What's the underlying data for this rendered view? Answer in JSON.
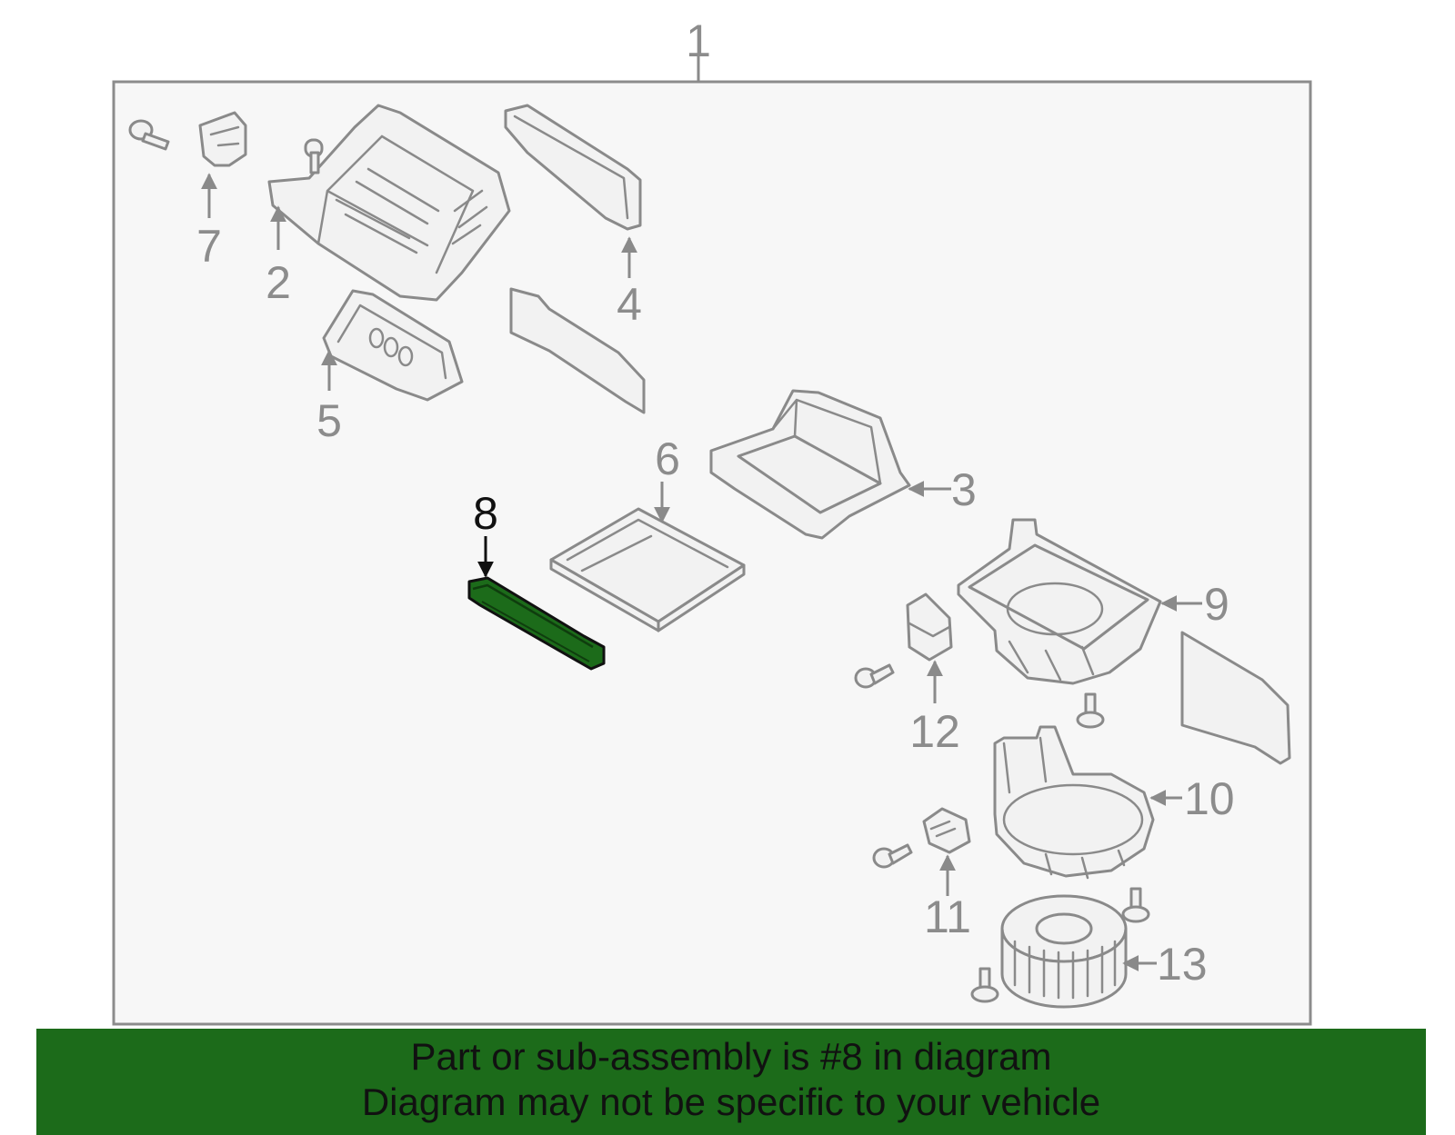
{
  "diagram": {
    "assembly_label": "1",
    "callouts": [
      "2",
      "3",
      "4",
      "5",
      "6",
      "7",
      "8",
      "9",
      "10",
      "11",
      "12",
      "13"
    ],
    "highlighted_part": "8",
    "highlight_color": "#1c6b1a",
    "frame_color": "#8c8c8c",
    "part_stroke_color": "#8a8a8a"
  },
  "banner": {
    "line1": "Part or sub-assembly is #8 in diagram",
    "line2": "Diagram may not be specific to your vehicle",
    "background": "#1c6b1a"
  }
}
